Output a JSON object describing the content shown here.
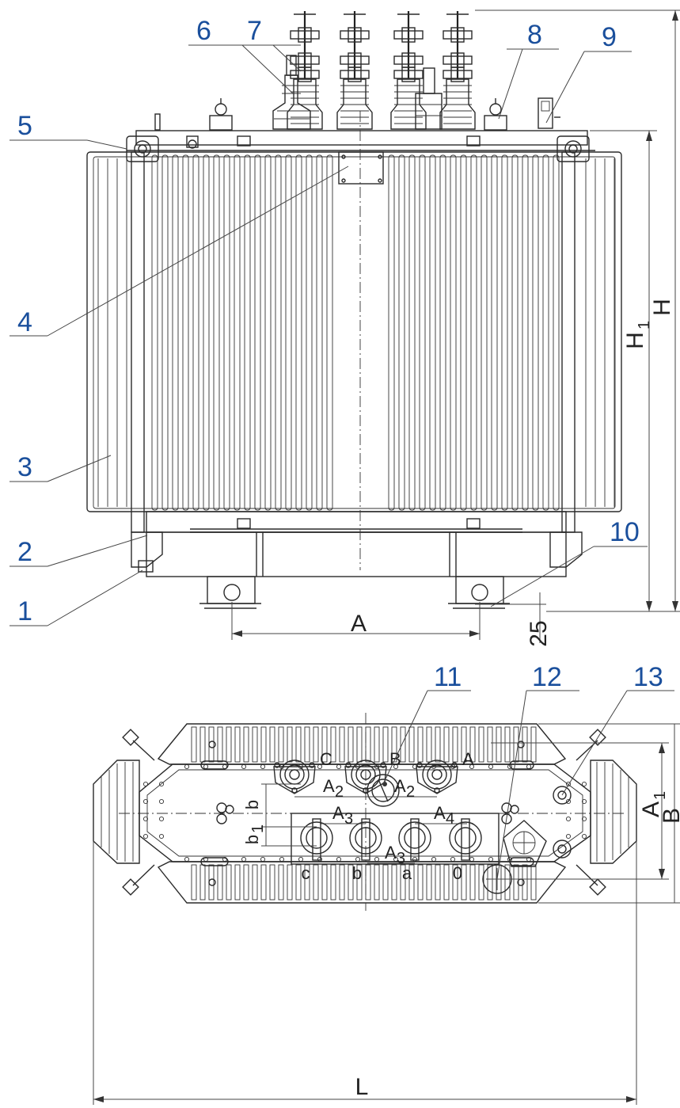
{
  "callouts": {
    "c1": "1",
    "c2": "2",
    "c3": "3",
    "c4": "4",
    "c5": "5",
    "c6": "6",
    "c7": "7",
    "c8": "8",
    "c9": "9",
    "c10": "10",
    "c11": "11",
    "c12": "12",
    "c13": "13"
  },
  "dimensions": {
    "A": "A",
    "H": "H",
    "H1_main": "H",
    "H1_sub": "1",
    "d25": "25",
    "L": "L",
    "B": "B",
    "A1_main": "A",
    "A1_sub": "1",
    "A2_main": "A",
    "A2_sub": "2",
    "A3_main": "A",
    "A3_sub": "3",
    "A4_main": "A",
    "A4_sub": "4",
    "b": "b",
    "b1_main": "b",
    "b1_sub": "1"
  },
  "terminals": {
    "hv": [
      "C",
      "B",
      "A"
    ],
    "lv": [
      "c",
      "b",
      "a",
      "0"
    ]
  },
  "colors": {
    "callout": "#1a4f9c",
    "line": "#2a2a2a"
  }
}
